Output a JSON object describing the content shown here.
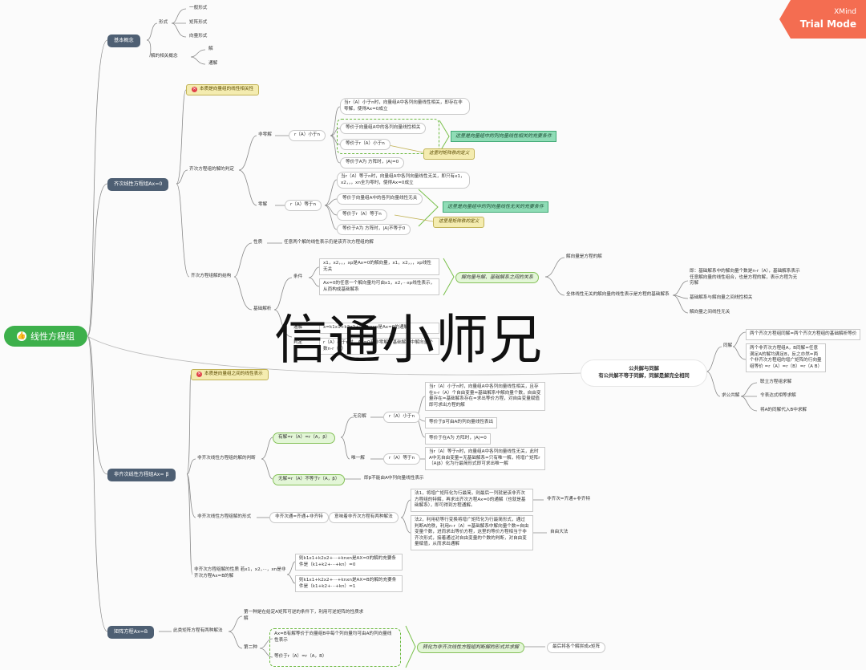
{
  "root": {
    "label": "线性方程组"
  },
  "watermark": "信通小师兄",
  "trial": {
    "brand": "XMind",
    "mode": "Trial Mode"
  },
  "b1": {
    "label": "基本概念",
    "form": "形式",
    "forms": [
      "一般形式",
      "矩阵形式",
      "向量形式"
    ],
    "sol": "解的相关概念",
    "sols": [
      "解",
      "通解"
    ]
  },
  "b2": {
    "label": "齐次线性方程组Ax=0",
    "tag": "本质是向量组的线性相关性",
    "judge": "齐次方程组的解的判定",
    "nonzero": "非零解",
    "r_lt": "r（A）小于n",
    "nz1": "当r（A）小于n时，向量组A中各列向量线性相关，即存在非零解，使得Ax=0成立",
    "nz2": "等价于向量组A中的各列向量线性相关",
    "nz3": "等价于r（A）小于n",
    "nz4": "等价于A为 方阵时，|A|=0",
    "g1": "这里是向量组中的列向量线性相关的充要条件",
    "y1": "这里时矩阵秩的定义",
    "zero": "零解",
    "r_eq": "r（A）等于n",
    "z1": "当r（A）等于n时，向量组A中各列向量线性无关，即只有x1，x2，，，xn全为零时，使得Ax=0成立",
    "z2": "等价于向量组A中的各列向量线性无关",
    "z3": "等价于r（A）等于n",
    "z4": "等价于A为 方阵时，|A|不等于0",
    "g2": "这里是向量组中的列向量线性无关的充要条件",
    "y2": "这里是矩阵秩的定义",
    "struct": "齐次方程组解的结构",
    "prop": "性质",
    "prop_text": "任意两个解的线性表示仍是该齐次方程组的解",
    "basis": "基础解析",
    "cond": "条件",
    "c1": "x1，x2，，，xp是Ax=0的解向量，x1，x2，，，xp线性无关",
    "c2": "Ax=0的任意一个解向量均可由x1，x2，···xp线性表示，从而构成基础解系",
    "g3": "解向量与解、基础解系之间的关系",
    "r1": "解向量是方程的解",
    "r2": "全体线性无关的解向量的线性表示是方程的基础解系",
    "r2a": "即：基础解系中的解向量个数是n-r（A），基础解系表示任意解向量的线性组合，也是方程的解，表示方程为无穷解",
    "r2b": "基础解系与解向量之间线性相关",
    "r2c": "解向量之间线性无关",
    "hid1": "通解",
    "hid1t": "x=k1x1+k2x2+···+kpxp是Ax=0的通解",
    "hid2": "判定",
    "hid2t": "r（A）小于n时，Ax=0有非零解，基础解系中解向量个数n-r（A）"
  },
  "pub": {
    "title": "公共解与同解",
    "sub": "有公共解不等于同解，同解是解完全相同",
    "same": "同解",
    "same1": "两个齐次方程组同解=两个齐次方程组的基础解析等价",
    "same2": "两个非齐次方程组A，B同解=任意满足A的解均满足B，反之亦然=两个非齐次方程组的增广矩阵的行向量组等价 =r（A）=r（B）=r（A B）",
    "common": "求公共解",
    "cm": [
      "联立方程组求解",
      "令表达式相等求解",
      "将A的同解代入B中求解"
    ]
  },
  "b3": {
    "label": "非齐次线性方程组Ax= β",
    "tag": "本质是向量组之间的线性表示",
    "judge": "非齐次线性方程组的解的判断",
    "has": "有解=r（A）=r（A，β）",
    "inf": "无穷解",
    "r_lt": "r（A）小于n",
    "i1": "当r（A）小于n时，向量组A中各列向量线性相关，且存在n-r（A）个自由变量=基础解系中解向量个数，自由变量存在=基础解系存在=求出等价方程，对自由变量赋值即可求出方程的解",
    "i2": "等价于β可由A的列向量线性表出",
    "i3": "等价于在A为 方阵时，|A|=0",
    "uniq": "唯一解",
    "r_eq": "r（A）等于n",
    "u1": "当r（A）等于n时，向量组A中各列向量线性无关，此时A中无自由变量=无基础解系=只有唯一解，将增广矩阵r（A|β）化为行最简形式即可求出唯一解",
    "none": "无解=r（A）不等于r（A，β）",
    "none_t": "即β不能由A中列向量线性表示",
    "form": "非齐次线性方程组解的形式",
    "eq": "非齐次通=齐通+非齐特",
    "two": "意味着非齐次方程有两种解法",
    "m1": "法1，将增广矩阵化为行最简，则最后一列就是该非齐次方程组的特解，再求出齐次方程Ax=0的通解（也就是基础解系），即可得到方程通解。",
    "m1r": "非齐次=齐通+非齐特",
    "m2": "法2，利用初等行变换将增广矩阵化为行最简形式，通过判断A的秩，利用n-r（A）=基础解系中解向量个数=自由变量个数，进而求出等价方程，这里的等价方程相当于非齐次形式，接着通过对自由变量的个数的判断，对自由变量赋值，从而求出通解",
    "m2r": "自由大法",
    "prop": "非齐次方程组解的性质 若x1，x2，···，xn是非齐次方程Ax=B的解",
    "p1": "则k1x1+k2x2+···+knxn是AX=0的解的充要条件是（k1+k2+···+kn）=0",
    "p2": "则k1x1+k2x2+···+knxn是AX=B的解的充要条件是（k1+k2+···+kn）=1"
  },
  "b4": {
    "label": "矩阵方程Ax=B",
    "ways": "此类矩阵方程有两种解法",
    "w1": "第一种是在给定A矩阵可逆的条件下，利用可逆矩阵的性质求解",
    "w2": "第二种",
    "w2a": "Ax=B有解等价于向量组B中每个列向量均可由A的列向量线性表示",
    "w2b": "等价于r（A）=r（A，B）",
    "g": "转化为非齐次线性方程组判断解的形式并求解",
    "last": "最后将各个解拼成x矩阵"
  }
}
